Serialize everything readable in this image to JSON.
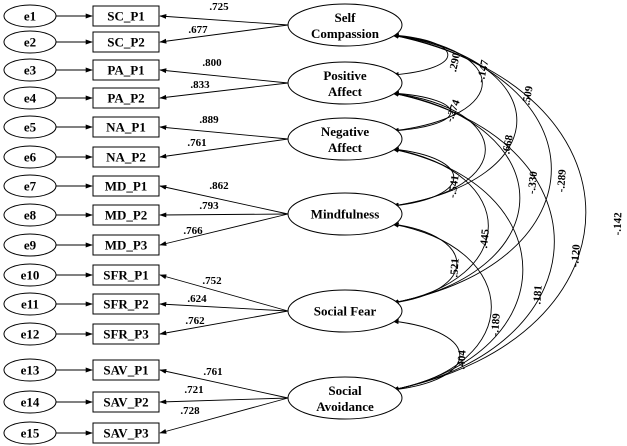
{
  "errors": [
    "e1",
    "e2",
    "e3",
    "e4",
    "e5",
    "e6",
    "e7",
    "e8",
    "e9",
    "e10",
    "e11",
    "e12",
    "e13",
    "e14",
    "e15"
  ],
  "indicators": [
    "SC_P1",
    "SC_P2",
    "PA_P1",
    "PA_P2",
    "NA_P1",
    "NA_P2",
    "MD_P1",
    "MD_P2",
    "MD_P3",
    "SFR_P1",
    "SFR_P2",
    "SFR_P3",
    "SAV_P1",
    "SAV_P2",
    "SAV_P3"
  ],
  "latents": [
    {
      "id": "self-compassion",
      "lines": [
        "Self",
        "Compassion"
      ],
      "indicators": [
        0,
        1
      ]
    },
    {
      "id": "positive-affect",
      "lines": [
        "Positive",
        "Affect"
      ],
      "indicators": [
        2,
        3
      ]
    },
    {
      "id": "negative-affect",
      "lines": [
        "Negative",
        "Affect"
      ],
      "indicators": [
        4,
        5
      ]
    },
    {
      "id": "mindfulness",
      "lines": [
        "Mindfulness"
      ],
      "indicators": [
        6,
        7,
        8
      ]
    },
    {
      "id": "social-fear",
      "lines": [
        "Social Fear"
      ],
      "indicators": [
        9,
        10,
        11
      ]
    },
    {
      "id": "social-avoidance",
      "lines": [
        "Social",
        "Avoidance"
      ],
      "indicators": [
        12,
        13,
        14
      ]
    }
  ],
  "loadings": [
    ".725",
    ".677",
    ".800",
    ".833",
    ".889",
    ".761",
    ".862",
    ".793",
    ".766",
    ".752",
    ".624",
    ".762",
    ".761",
    ".721",
    ".728"
  ],
  "correlations": [
    {
      "from": 0,
      "to": 1,
      "value": ".290"
    },
    {
      "from": 0,
      "to": 2,
      "value": "-.147"
    },
    {
      "from": 0,
      "to": 3,
      "value": ".509"
    },
    {
      "from": 0,
      "to": 4,
      "value": "-.289"
    },
    {
      "from": 0,
      "to": 5,
      "value": "-.142"
    },
    {
      "from": 1,
      "to": 2,
      "value": "-.274"
    },
    {
      "from": 1,
      "to": 3,
      "value": ".668"
    },
    {
      "from": 1,
      "to": 4,
      "value": "-.330"
    },
    {
      "from": 1,
      "to": 5,
      "value": "-.120"
    },
    {
      "from": 2,
      "to": 3,
      "value": "-.541"
    },
    {
      "from": 2,
      "to": 4,
      "value": ".445"
    },
    {
      "from": 2,
      "to": 5,
      "value": ".181"
    },
    {
      "from": 3,
      "to": 4,
      "value": ".521"
    },
    {
      "from": 3,
      "to": 5,
      "value": "-.189"
    },
    {
      "from": 4,
      "to": 5,
      "value": ".404"
    }
  ]
}
